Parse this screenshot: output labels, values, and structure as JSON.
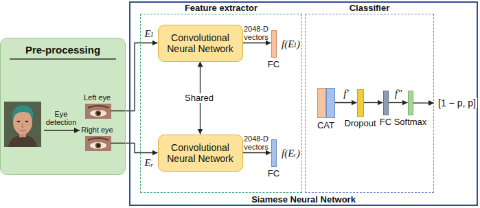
{
  "diagram": {
    "nodes": [
      {
        "text": [
          "Pre-processing"
        ]
      },
      {
        "text": [
          "Left eye"
        ],
        "in": 0
      },
      {
        "text": [
          "Right eye"
        ],
        "in": 0
      },
      {
        "text": [
          "Siamese Neural Network"
        ]
      },
      {
        "text": [
          "Feature extractor"
        ],
        "in": 3
      },
      {
        "text": [
          "Convolutional Neural Network"
        ],
        "in": 4
      },
      {
        "text": [
          "Convolutional Neural Network"
        ],
        "in": 4
      },
      {
        "text": [
          "FC"
        ],
        "in": 4
      },
      {
        "text": [
          "FC"
        ],
        "in": 4
      },
      {
        "text": [
          "Classifier"
        ],
        "in": 3
      },
      {
        "text": [
          "CAT"
        ],
        "in": 9
      },
      {
        "text": [
          "Dropout"
        ],
        "in": 9
      },
      {
        "text": [
          "FC"
        ],
        "in": 9
      },
      {
        "text": [
          "Softmax"
        ],
        "in": 9
      }
    ],
    "edges": [
      {
        "from": 1,
        "to": 5,
        "label": "Eₗ",
        "arrow": "to"
      },
      {
        "from": 2,
        "to": 6,
        "label": "Eᵣ",
        "arrow": "to"
      },
      {
        "from": 5,
        "to": 6,
        "label": "Shared",
        "arrow": "both"
      },
      {
        "from": 5,
        "to": 7,
        "label": "2048-D vectors",
        "arrow": "to"
      },
      {
        "from": 6,
        "to": 8,
        "label": "2048-D vectors",
        "arrow": "to"
      },
      {
        "from": 10,
        "to": 11,
        "label": "f′",
        "arrow": "to"
      },
      {
        "from": 11,
        "to": 12,
        "arrow": "to"
      },
      {
        "from": 12,
        "to": 13,
        "label": "f″",
        "arrow": "to"
      }
    ],
    "labels": [
      "Eye detection",
      "f(Eₗ)",
      "f(Eᵣ)",
      "[1 − p, p]"
    ]
  }
}
